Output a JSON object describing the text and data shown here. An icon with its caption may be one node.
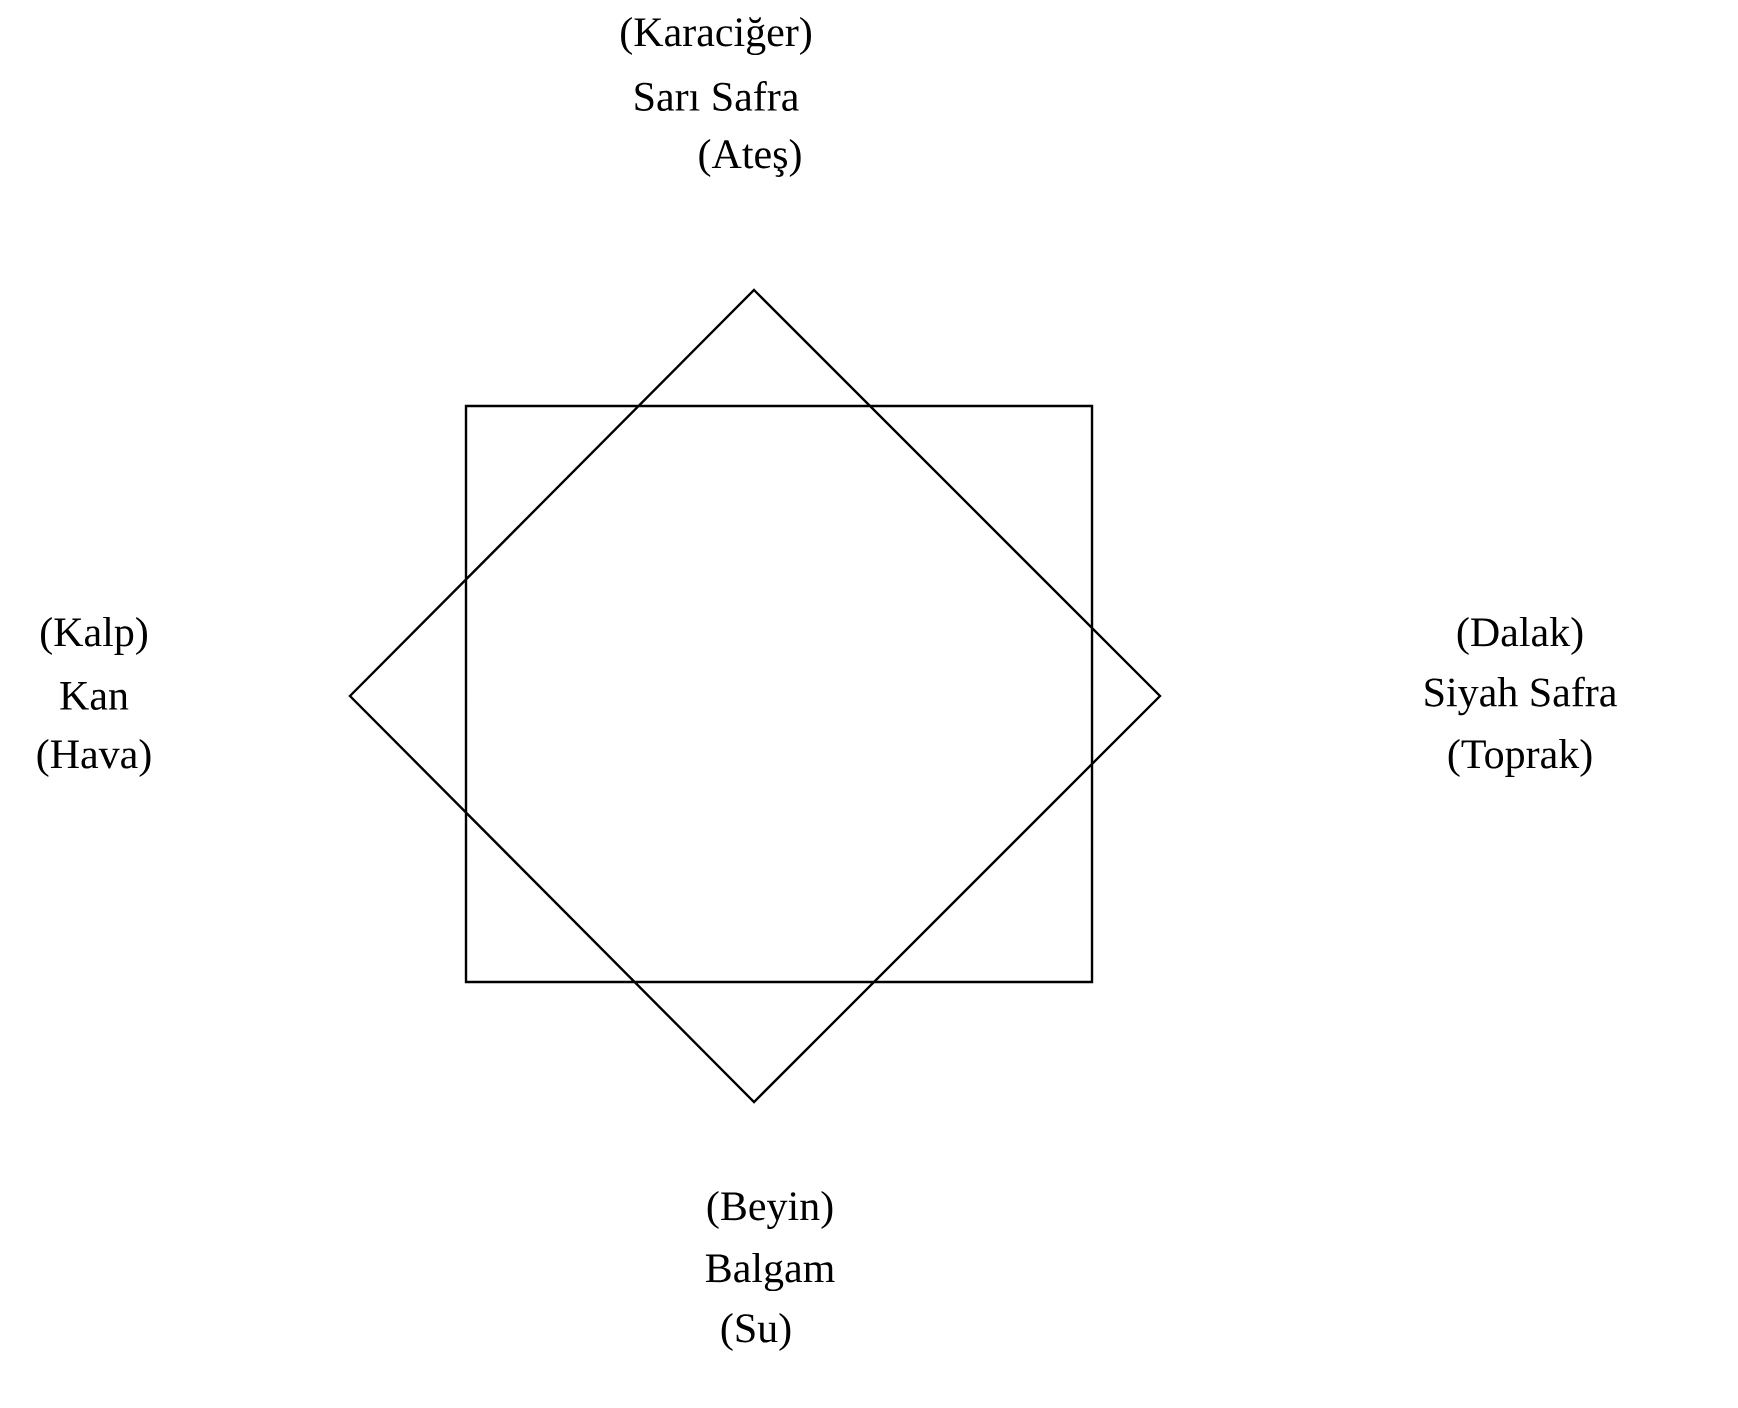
{
  "diagram": {
    "labels": [
      "(Karaciğer)",
      "Sarı Safra",
      "(Ateş)",
      "(Kalp)",
      "Kan",
      "(Hava)",
      "(Dalak)",
      "Siyah Safra",
      "(Toprak)",
      "(Beyin)",
      "Balgam",
      "(Su)"
    ]
  }
}
